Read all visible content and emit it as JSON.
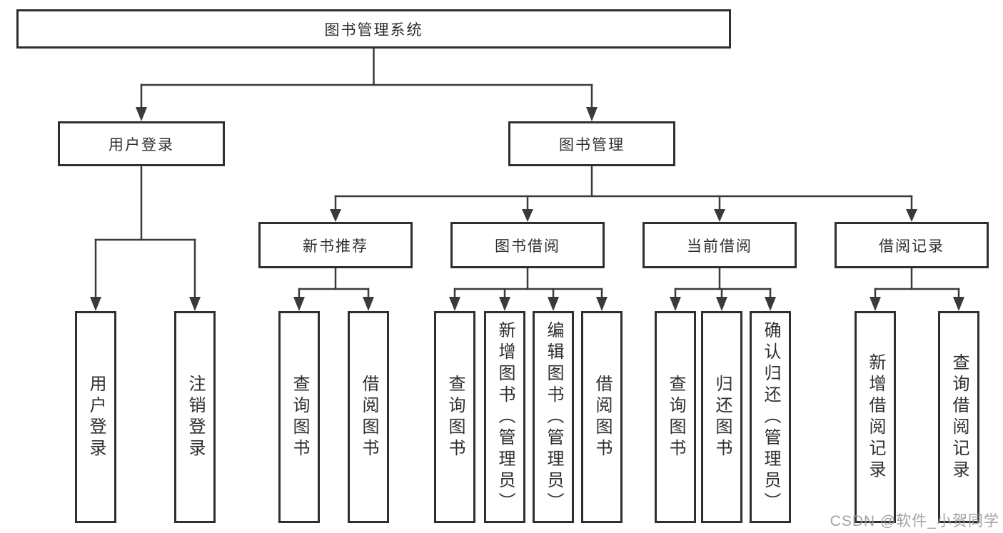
{
  "diagram": {
    "root": {
      "label": "图书管理系统"
    },
    "user_login": {
      "label": "用户登录",
      "children": [
        {
          "label": "用户登录"
        },
        {
          "label": "注销登录"
        }
      ]
    },
    "book_management": {
      "label": "图书管理",
      "children": [
        {
          "label": "新书推荐",
          "children": [
            {
              "label": "查询图书"
            },
            {
              "label": "借阅图书"
            }
          ]
        },
        {
          "label": "图书借阅",
          "children": [
            {
              "label": "查询图书"
            },
            {
              "label": "新增图书（管理员）"
            },
            {
              "label": "编辑图书（管理员）"
            },
            {
              "label": "借阅图书"
            }
          ]
        },
        {
          "label": "当前借阅",
          "children": [
            {
              "label": "查询图书"
            },
            {
              "label": "归还图书"
            },
            {
              "label": "确认归还（管理员）"
            }
          ]
        },
        {
          "label": "借阅记录",
          "children": [
            {
              "label": "新增借阅记录"
            },
            {
              "label": "查询借阅记录"
            }
          ]
        }
      ]
    }
  },
  "watermark": {
    "text": "CSDN @软件_小贺同学"
  },
  "colors": {
    "line": "#3a3a3a",
    "border": "#2f2f2f",
    "text": "#2f2f2f",
    "watermark": "#9b9b9b",
    "background": "#ffffff"
  }
}
